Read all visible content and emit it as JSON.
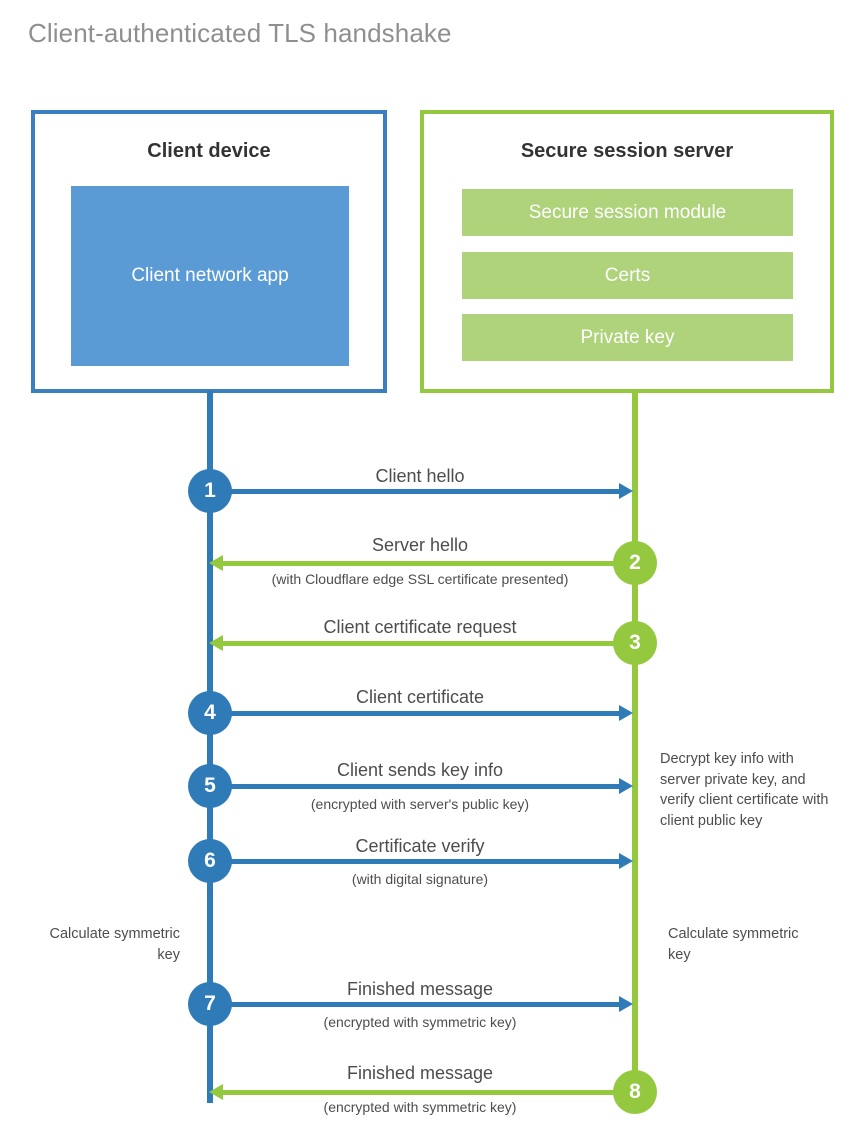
{
  "title": "Client-authenticated TLS handshake",
  "colors": {
    "client_blue": "#2e7bb8",
    "client_box_border": "#3a7fc0",
    "client_app_fill": "#5b9bd5",
    "server_green": "#93c83f",
    "server_bar_fill": "#aed37a",
    "title_gray": "#8f8f8f",
    "text_gray": "#4d4d4d"
  },
  "client": {
    "title": "Client device",
    "app_label": "Client network app"
  },
  "server": {
    "title": "Secure session server",
    "bars": [
      {
        "label": "Secure session module"
      },
      {
        "label": "Certs"
      },
      {
        "label": "Private key"
      }
    ]
  },
  "steps": [
    {
      "number": "1",
      "side": "client",
      "label": "Client hello",
      "sublabel": "",
      "direction": "right"
    },
    {
      "number": "2",
      "side": "server",
      "label": "Server hello",
      "sublabel": "(with Cloudflare edge SSL certificate presented)",
      "direction": "left"
    },
    {
      "number": "3",
      "side": "server",
      "label": "Client certificate request",
      "sublabel": "",
      "direction": "left"
    },
    {
      "number": "4",
      "side": "client",
      "label": "Client certificate",
      "sublabel": "",
      "direction": "right"
    },
    {
      "number": "5",
      "side": "client",
      "label": "Client sends key info",
      "sublabel": "(encrypted with server's public key)",
      "direction": "right"
    },
    {
      "number": "6",
      "side": "client",
      "label": "Certificate verify",
      "sublabel": "(with digital signature)",
      "direction": "right"
    },
    {
      "number": "7",
      "side": "client",
      "label": "Finished message",
      "sublabel": "(encrypted with symmetric key)",
      "direction": "right"
    },
    {
      "number": "8",
      "side": "server",
      "label": "Finished message",
      "sublabel": "(encrypted with symmetric key)",
      "direction": "left"
    }
  ],
  "notes": {
    "server_decrypt": "Decrypt key info with server private key, and verify client certificate with client public key",
    "client_calculate": "Calculate symmetric key",
    "server_calculate": "Calculate symmetric key"
  }
}
